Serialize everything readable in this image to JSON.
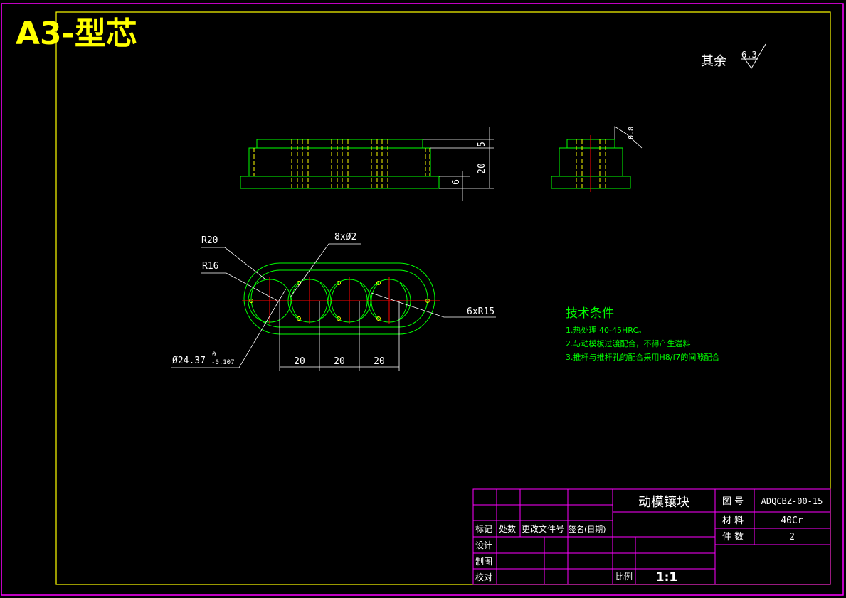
{
  "sheet": {
    "title": "A3-型芯",
    "roughness_note": "其余",
    "roughness_value": "6.3",
    "side_roughness": "0.8"
  },
  "dimensions": {
    "d5": "5",
    "d20": "20",
    "d6": "6",
    "r20": "R20",
    "r16": "R16",
    "holes": "8xØ2",
    "arcs": "6xR15",
    "dia": "Ø24.37",
    "tol_up": "0",
    "tol_low": "-0.107",
    "pitch1": "20",
    "pitch2": "20",
    "pitch3": "20"
  },
  "tech": {
    "heading": "技术条件",
    "line1": "1.热处理 40-45HRC。",
    "line2": "2.与动模板过渡配合，不得产生溢料",
    "line3": "3.推杆与推杆孔的配合采用H8/f7的间隙配合"
  },
  "title_block": {
    "part_name": "动模镶块",
    "drawing_no_label": "图  号",
    "drawing_no": "ADQCBZ-00-15",
    "material_label": "材  料",
    "material": "40Cr",
    "qty_label": "件  数",
    "qty": "2",
    "col_mark": "标记",
    "col_count": "处数",
    "col_doc": "更改文件号",
    "col_sign": "签名(日期)",
    "row_design": "设计",
    "row_draw": "制图",
    "row_check": "校对",
    "scale_label": "比例",
    "scale": "1:1"
  },
  "colors": {
    "border": "#ff00ff",
    "frame": "#ffff00",
    "geometry": "#00ff00",
    "dim": "#ffffff",
    "center": "#ff0000",
    "tech": "#00ff00"
  }
}
